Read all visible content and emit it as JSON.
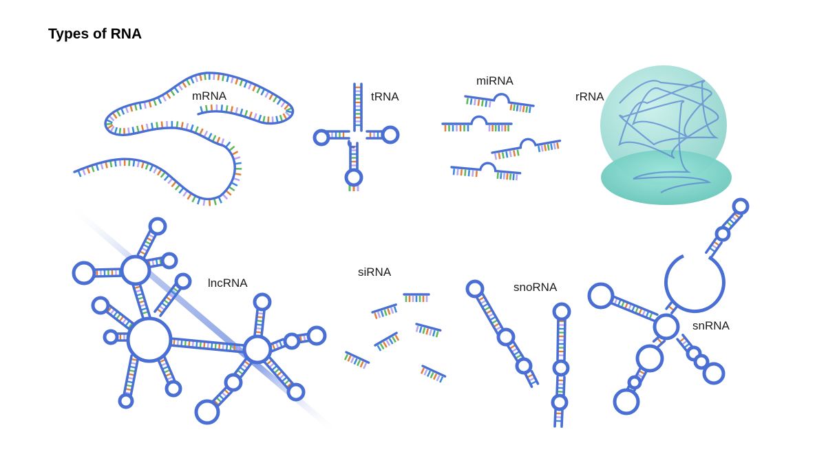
{
  "title": "Types of RNA",
  "labels": {
    "mrna": "mRNA",
    "trna": "tRNA",
    "mirna": "miRNA",
    "rrna": "rRNA",
    "lncrna": "lncRNA",
    "sirna": "siRNA",
    "snorna": "snoRNA",
    "snrna": "snRNA"
  },
  "colors": {
    "backbone": "#4a6fd4",
    "base_green": "#5cb85c",
    "base_orange": "#e0803a",
    "base_lilac": "#b9a4f0",
    "base_blue": "#3a8bd8",
    "ribosome_fill": "#8fd6cf"
  }
}
